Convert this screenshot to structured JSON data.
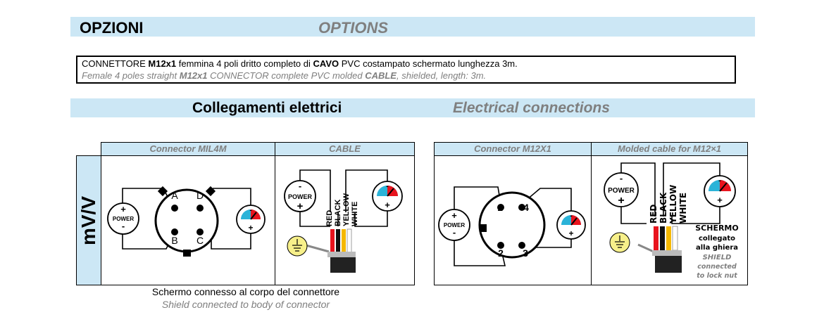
{
  "header": {
    "title_it": "OPZIONI",
    "title_en": "OPTIONS"
  },
  "connector_option": {
    "it_1": "CONNETTORE ",
    "it_b1": "M12x1",
    "it_2": " femmina 4 poli dritto completo di ",
    "it_b2": "CAVO",
    "it_3": " PVC costampato schermato lunghezza 3m.",
    "en_1": "Female 4 poles straight ",
    "en_b1": "M12x1",
    "en_2": " CONNECTOR complete PVC molded ",
    "en_b2": "CABLE",
    "en_3": ", shielded, length: 3m."
  },
  "section": {
    "title_it": "Collegamenti elettrici",
    "title_en": "Electrical connections"
  },
  "table": {
    "row_label": "mV/V",
    "headers": [
      "Connector MIL4M",
      "CABLE",
      "Connector M12X1",
      "Molded cable for M12×1"
    ]
  },
  "diagram": {
    "power": "POWER",
    "plus": "+",
    "minus": "-",
    "mil_pins": [
      "A",
      "D",
      "B",
      "C"
    ],
    "m12_pins": [
      "1",
      "4",
      "2",
      "3"
    ],
    "wires": [
      "RED",
      "BLACK",
      "YELLOW",
      "WHITE"
    ],
    "wire_colors": [
      "#e8141e",
      "#111111",
      "#f5b800",
      "#ffffff"
    ],
    "shield_note": [
      "SCHERMO",
      "collegato",
      "alla ghiera",
      "SHIELD",
      "connected",
      "to lock nut"
    ]
  },
  "footnote": {
    "it": "Schermo connesso al corpo del connettore",
    "en": "Shield connected to body of connector"
  }
}
